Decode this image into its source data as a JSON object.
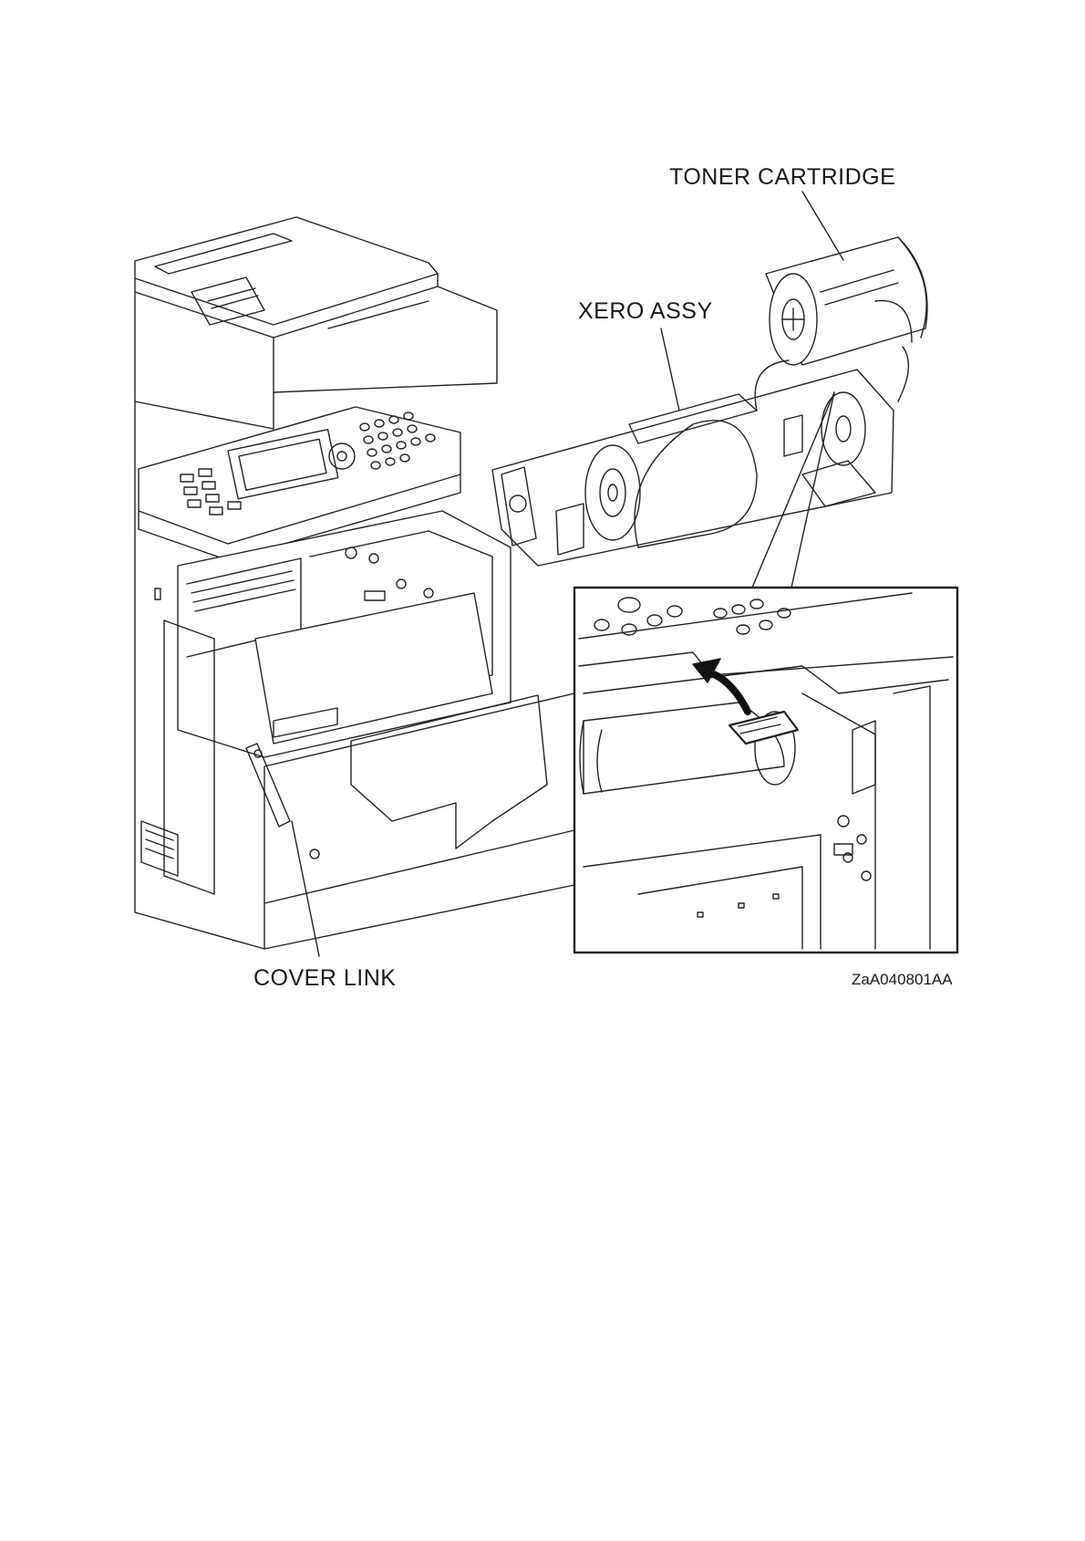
{
  "figure": {
    "labels": {
      "toner_cartridge": "TONER CARTRIDGE",
      "xero_assy": "XERO ASSY",
      "cover_link": "COVER LINK",
      "figure_id": "ZaA040801AA"
    }
  }
}
